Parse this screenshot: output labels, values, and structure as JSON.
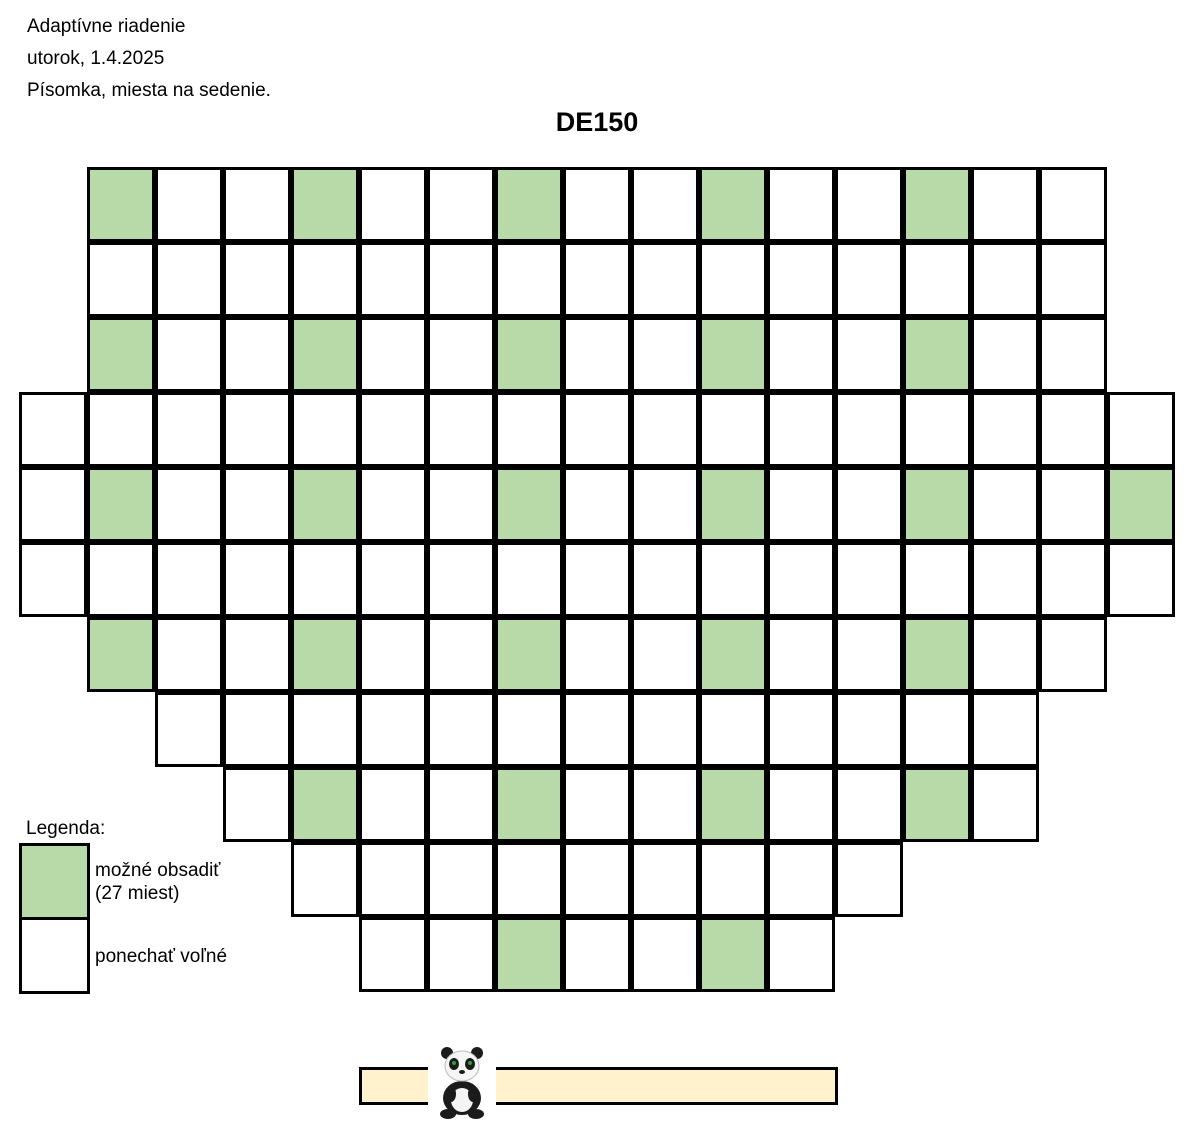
{
  "header": {
    "course": "Adaptívne riadenie",
    "date": "utorok, 1.4.2025",
    "subtitle": "Písomka, miesta na sedenie."
  },
  "room": "DE150",
  "colors": {
    "seat_allowed": "#b8d9a8",
    "seat_free": "#ffffff",
    "desk": "#fff2cc",
    "border": "#000000"
  },
  "seating_rows": [
    {
      "first_col": 1,
      "cells": "GWWGWWGWWGWWGWW"
    },
    {
      "first_col": 1,
      "cells": "WWWWWWWWWWWWWWW"
    },
    {
      "first_col": 1,
      "cells": "GWWGWWGWWGWWGWW"
    },
    {
      "first_col": 0,
      "cells": "WWWWWWWWWWWWWWWWW"
    },
    {
      "first_col": 0,
      "cells": "WGWWGWWGWWGWWGWWG"
    },
    {
      "first_col": 0,
      "cells": "WWWWWWWWWWWWWWWWW"
    },
    {
      "first_col": 1,
      "cells": "GWWGWWGWWGWWGWW"
    },
    {
      "first_col": 2,
      "cells": "WWWWWWWWWWWWW"
    },
    {
      "first_col": 3,
      "cells": "WGWWGWWGWWGW"
    },
    {
      "first_col": 4,
      "cells": "WWWWWWWWW"
    },
    {
      "first_col": 5,
      "cells": "WWGWWGW"
    }
  ],
  "legend": {
    "title": "Legenda:",
    "allowed_line1": "možné obsadiť",
    "allowed_line2": "(27 miest)",
    "free": "ponechať voľné"
  },
  "teacher_icon": "panda-icon"
}
